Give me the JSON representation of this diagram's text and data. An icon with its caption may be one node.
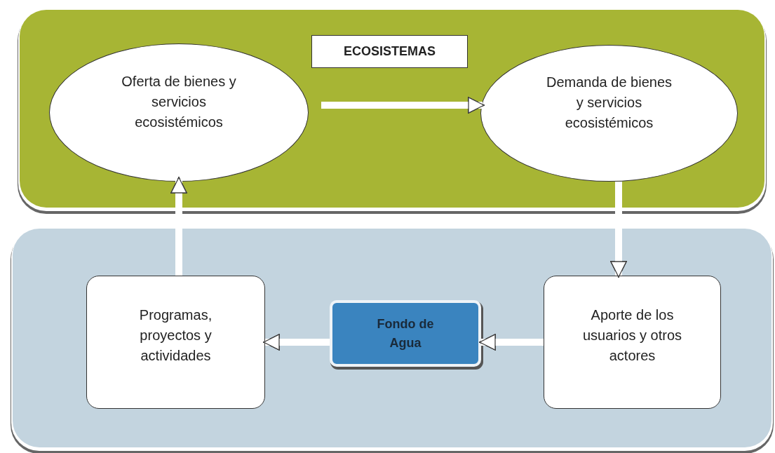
{
  "diagram": {
    "nodes": [
      {
        "text": [],
        "shape": "box"
      },
      {
        "text": [
          "ECOSISTEMAS"
        ],
        "in": 0
      },
      {
        "text": [
          "Oferta de bienes y servicios ecosistémicos"
        ],
        "in": 0
      },
      {
        "text": [
          "Demanda de bienes y servicios ecosistémicos"
        ],
        "in": 0
      },
      {
        "text": [],
        "shape": "box"
      },
      {
        "text": [
          "Programas, proyectos y actividades"
        ],
        "in": 4
      },
      {
        "text": [
          "Fondo de Agua"
        ],
        "in": 4
      },
      {
        "text": [
          "Aporte de los usuarios y otros actores"
        ],
        "in": 4
      }
    ],
    "edges": [
      {
        "from": 2,
        "to": 3,
        "arrow": "to"
      },
      {
        "from": 3,
        "to": 7,
        "arrow": "to"
      },
      {
        "from": 7,
        "to": 6,
        "arrow": "to"
      },
      {
        "from": 6,
        "to": 5,
        "arrow": "to"
      },
      {
        "from": 5,
        "to": 2,
        "arrow": "to"
      }
    ]
  }
}
